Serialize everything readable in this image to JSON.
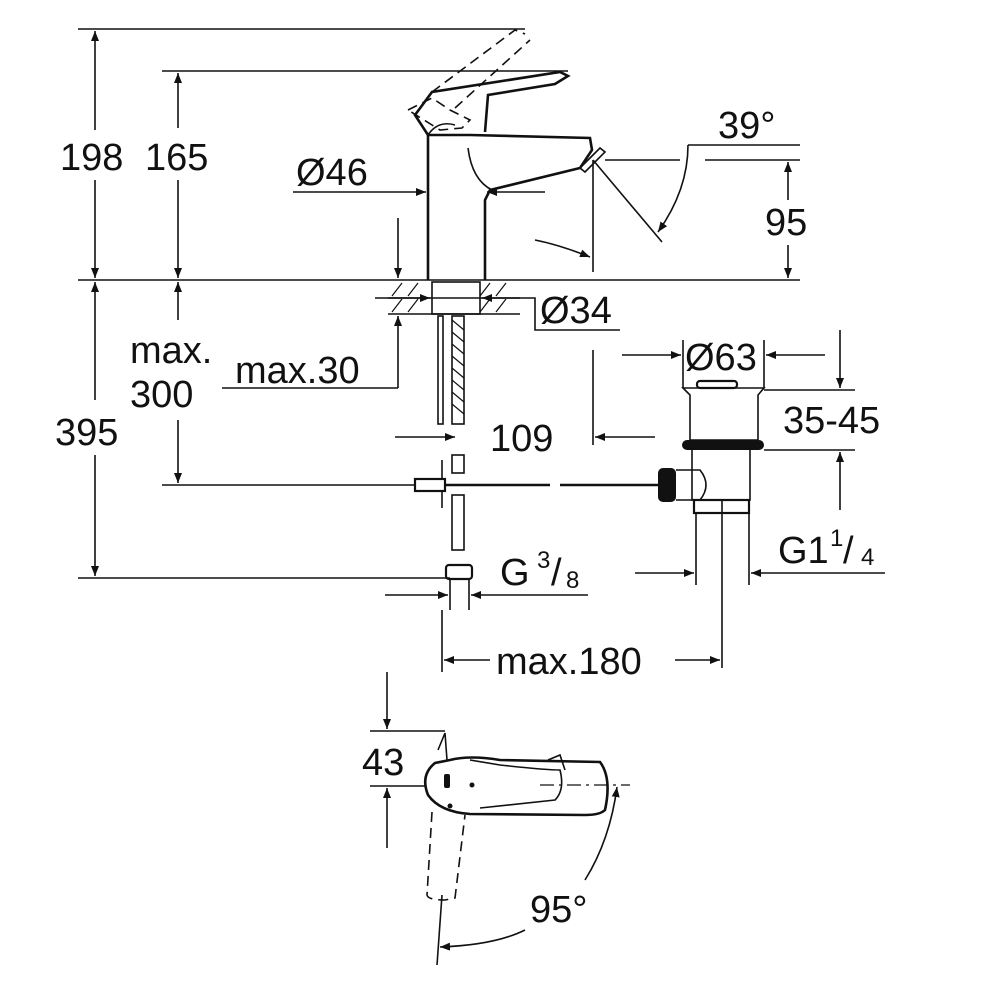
{
  "title": "Basin mixer dimension drawing",
  "colors": {
    "ink": "#111111",
    "background": "#ffffff"
  },
  "side_view": {
    "dimensions": {
      "total_height": "198",
      "spout_height": "165",
      "body_diameter": "Ø46",
      "spout_angle": "39°",
      "spout_outlet_height": "95",
      "hole_diameter": "Ø34",
      "max_depth_label_line1": "max.",
      "max_depth_label_line2": "300",
      "max_deck_thickness": "max.30",
      "below_deck_height": "395",
      "spout_reach": "109",
      "waste_diameter": "Ø63",
      "waste_range": "35-45",
      "inlet_thread_prefix": "G",
      "inlet_thread_num": "3",
      "inlet_thread_den": "8",
      "waste_thread_prefix": "G1",
      "waste_thread_num": "1",
      "waste_thread_den": "4",
      "max_connection_distance": "max.180"
    }
  },
  "top_view": {
    "dimensions": {
      "handle_offset": "43",
      "handle_rotation": "95°"
    }
  }
}
